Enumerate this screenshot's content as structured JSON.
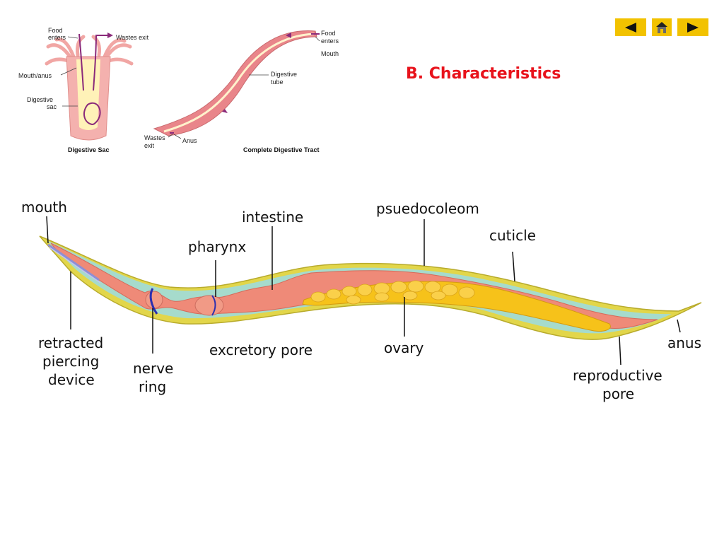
{
  "slide": {
    "heading": "B. Characteristics"
  },
  "nav": {
    "back_icon": "triangle-left-icon",
    "home_icon": "home-icon",
    "forward_icon": "triangle-right-icon",
    "color": "#f2c200"
  },
  "digestive_sac": {
    "food_enters": [
      "Food",
      "enters"
    ],
    "wastes_exit": "Wastes exit",
    "mouth_anus": "Mouth/anus",
    "digestive_sac": [
      "Digestive",
      "sac"
    ],
    "caption": "Digestive Sac"
  },
  "complete_tract": {
    "food_enters": [
      "Food",
      "enters"
    ],
    "mouth": "Mouth",
    "digestive_tube": [
      "Digestive",
      "tube"
    ],
    "wastes_exit": [
      "Wastes",
      "exit"
    ],
    "anus": "Anus",
    "caption": "Complete Digestive Tract"
  },
  "roundworm": {
    "labels": {
      "mouth": "mouth",
      "intestine": "intestine",
      "pharynx": "pharynx",
      "psuedocoleom": "psuedocoleom",
      "cuticle": "cuticle",
      "retracted": [
        "retracted",
        "piercing",
        "device"
      ],
      "nerve_ring": [
        "nerve",
        "ring"
      ],
      "excretory_pore": "excretory pore",
      "ovary": "ovary",
      "anus": "anus",
      "reproductive_pore": [
        "reproductive",
        "pore"
      ]
    }
  },
  "colors": {
    "heading": "#e8121b",
    "cuticle": "#e4d84a",
    "pseudocoelom": "#9fd7c8",
    "gut": "#ef8a78",
    "ovary": "#f6c21a"
  }
}
